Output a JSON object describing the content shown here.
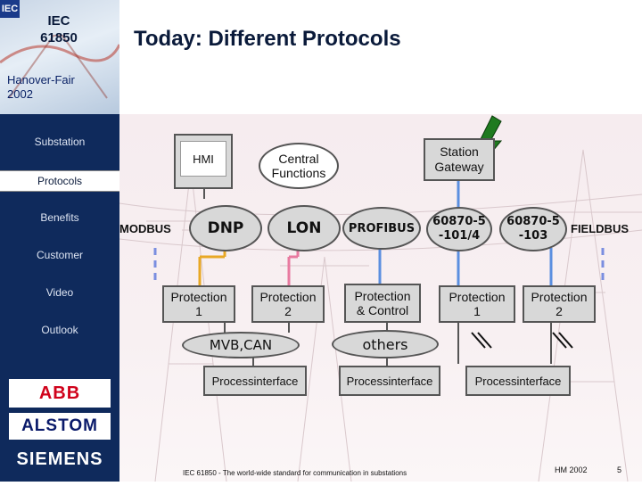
{
  "header": {
    "iec_badge": "IEC",
    "iec_title_line1": "IEC",
    "iec_title_line2": "61850",
    "hanover_line1": "Hanover-Fair",
    "hanover_line2": "2002",
    "title": "Today: Different Protocols"
  },
  "sidebar": {
    "items": [
      {
        "label": "Substation"
      },
      {
        "label": "Protocols"
      },
      {
        "label": "Benefits"
      },
      {
        "label": "Customer"
      },
      {
        "label": "Video"
      },
      {
        "label": "Outlook"
      }
    ],
    "active_index": 1,
    "logos": [
      "ABB",
      "ALSTOM",
      "SIEMENS"
    ]
  },
  "diagram": {
    "hmi": "HMI",
    "central_line1": "Central",
    "central_line2": "Functions",
    "gateway_line1": "Station",
    "gateway_line2": "Gateway",
    "bus_labels": [
      "MODBUS",
      "DNP",
      "LON",
      "PROFIBUS"
    ],
    "iec_a_line1": "60870-5",
    "iec_a_line2": "-101/4",
    "iec_b_line1": "60870-5",
    "iec_b_line2": "-103",
    "fieldbus": "FIELDBUS",
    "protection": [
      {
        "line1": "Protection",
        "line2": "1"
      },
      {
        "line1": "Protection",
        "line2": "2"
      },
      {
        "line1": "Protection",
        "line2": "& Control"
      },
      {
        "line1": "Protection",
        "line2": "1"
      },
      {
        "line1": "Protection",
        "line2": "2"
      }
    ],
    "mvb": "MVB,CAN",
    "others": "others",
    "process": [
      "Processinterface",
      "Processinterface",
      "Processinterface"
    ]
  },
  "footer": {
    "caption": "IEC 61850 - The world-wide standard for communication in substations",
    "ref": "HM 2002",
    "page": "5"
  },
  "colors": {
    "sidebar_bg": "#0f2a5c",
    "dnp_line": "#e8a825",
    "lon_line": "#e87aa0",
    "profibus_line": "#5b8fe0",
    "gateway_line": "#5b8fe0",
    "lightning": "#1f7a1f"
  }
}
